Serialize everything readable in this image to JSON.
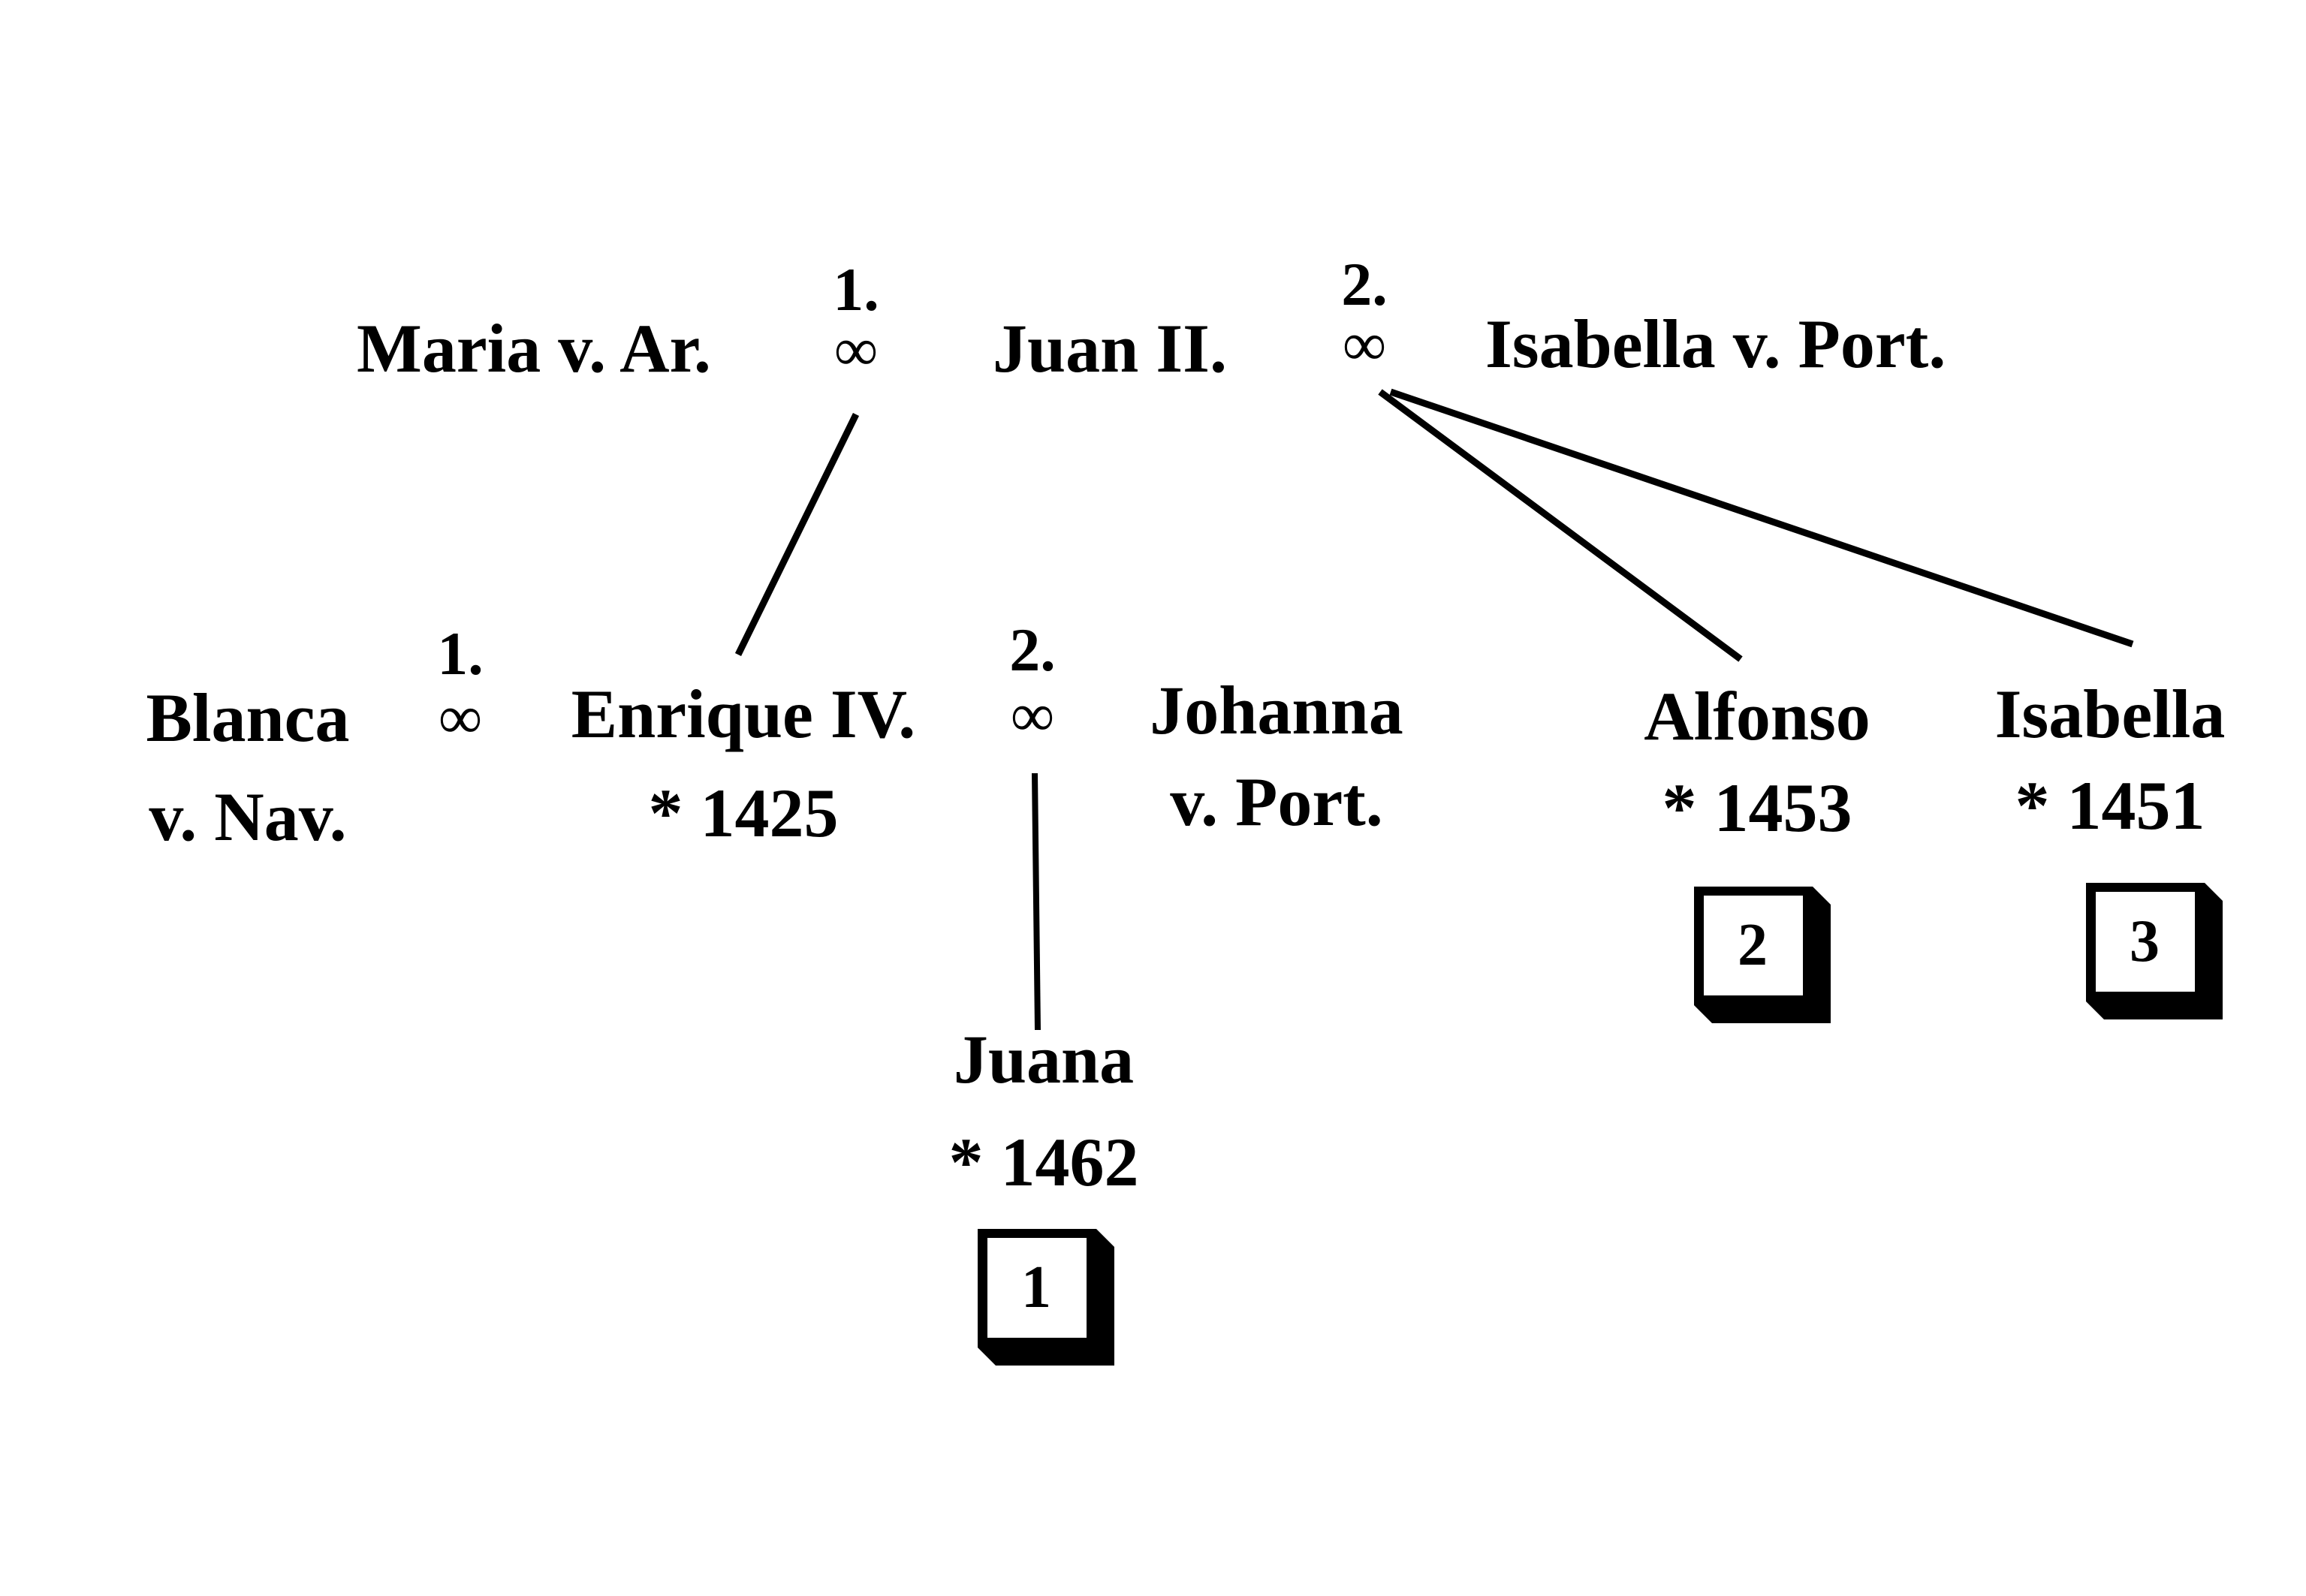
{
  "generation_1": {
    "first_wife": "Maria v. Ar.",
    "king": "Juan II.",
    "second_wife": "Isabella v. Port.",
    "marriage_1": {
      "order": "1.",
      "symbol": "∞"
    },
    "marriage_2": {
      "order": "2.",
      "symbol": "∞"
    }
  },
  "generation_2": {
    "enrique_first_wife": {
      "line1": "Blanca",
      "line2": "v. Nav."
    },
    "enrique": {
      "name": "Enrique IV.",
      "birth": "* 1425"
    },
    "enrique_second_wife": {
      "line1": "Johanna",
      "line2": "v. Port."
    },
    "marriage_1": {
      "order": "1.",
      "symbol": "∞"
    },
    "marriage_2": {
      "order": "2.",
      "symbol": "∞"
    },
    "alfonso": {
      "name": "Alfonso",
      "birth": "* 1453",
      "badge": "2"
    },
    "isabella": {
      "name": "Isabella",
      "birth": "* 1451",
      "badge": "3"
    }
  },
  "generation_3": {
    "juana": {
      "name": "Juana",
      "birth": "* 1462",
      "badge": "1"
    }
  }
}
